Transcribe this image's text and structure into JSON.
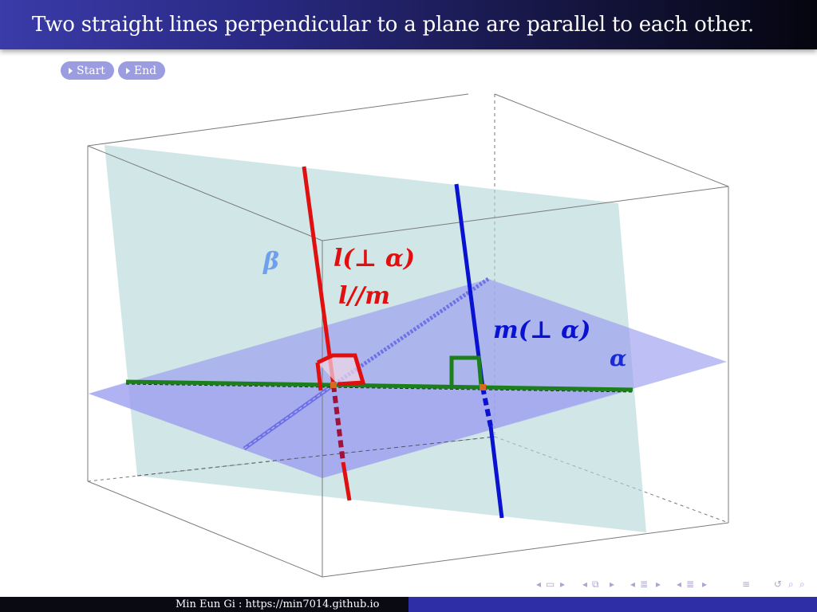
{
  "title": "Two straight lines perpendicular to a plane are parallel to each other.",
  "buttons": {
    "start": "Start",
    "end": "End"
  },
  "labels": {
    "l_perp": "l(⊥ α)",
    "l_par_m": "l//m",
    "m_perp": "m(⊥ α)",
    "alpha": "α",
    "beta": "β"
  },
  "colors": {
    "line_l": "#e01010",
    "line_m": "#0a12d2",
    "intersection": "#1c7f1c",
    "plane_alpha": "#9a9cf0",
    "plane_beta": "#b3d6d6",
    "beta_label": "#6fa0ee",
    "alpha_label": "#1a2ad8"
  },
  "nav_icons": [
    "prev-frame-icon",
    "frame-icon",
    "next-frame-icon",
    "prev-slide-icon",
    "slide-icon",
    "next-slide-icon",
    "prev-section-icon",
    "section-icon",
    "next-section-icon",
    "prev-subsection-icon",
    "subsection-icon",
    "next-subsection-icon",
    "align-icon",
    "undo-icon",
    "search-icon"
  ],
  "footer": {
    "author": "Min Eun Gi : https://min7014.github.io"
  }
}
